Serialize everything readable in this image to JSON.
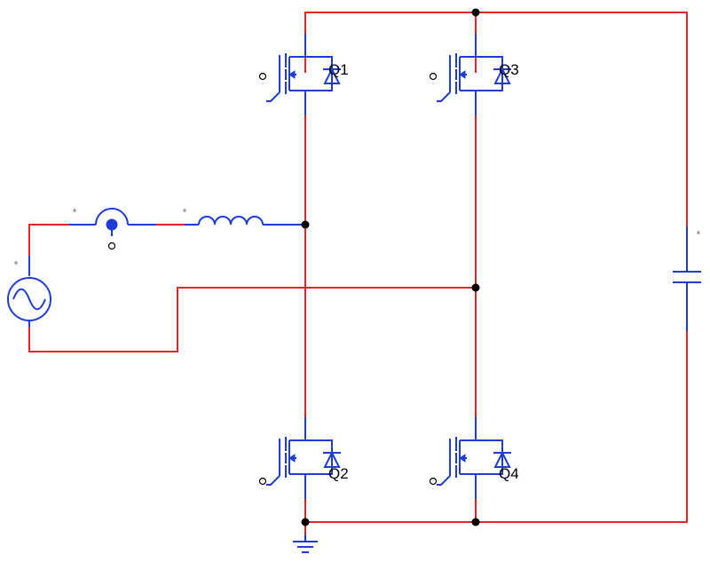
{
  "components": {
    "q1": {
      "label": "Q1"
    },
    "q2": {
      "label": "Q2"
    },
    "q3": {
      "label": "Q3"
    },
    "q4": {
      "label": "Q4"
    }
  },
  "colors": {
    "wire": "#e8232a",
    "component": "#1f3cd6",
    "node": "#000000"
  }
}
